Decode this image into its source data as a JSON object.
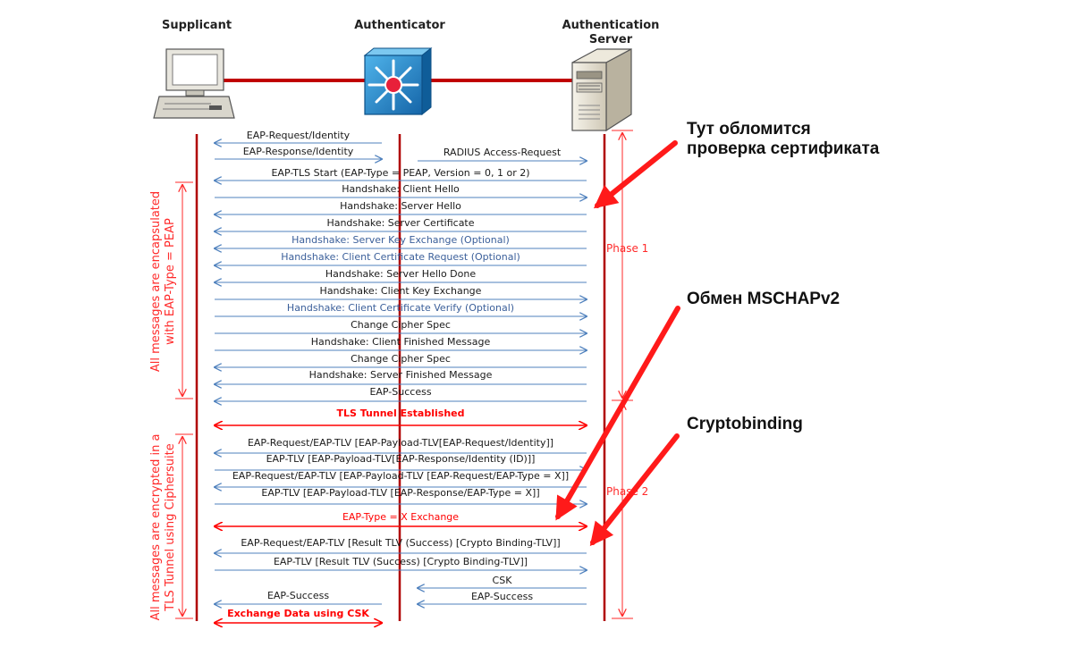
{
  "headers": {
    "supplicant": "Supplicant",
    "authenticator": "Authenticator",
    "server_line1": "Authentication",
    "server_line2": "Server"
  },
  "colors": {
    "lifeline": "#b00000",
    "arrow": "#4f81bd",
    "text": "#1a1a1a",
    "optional": "#3b5f9a",
    "highlight": "#ff0000",
    "bracket": "#ff2a2a",
    "callout": "#ff1a1a"
  },
  "messages": [
    {
      "text": "EAP-Request/Identity",
      "from": "auth",
      "to": "sup",
      "style": "normal"
    },
    {
      "text": "EAP-Response/Identity",
      "from": "sup",
      "to": "auth",
      "style": "normal"
    },
    {
      "text": "RADIUS Access-Request",
      "from": "auth",
      "to": "srv",
      "style": "normal"
    },
    {
      "text": "EAP-TLS Start (EAP-Type = PEAP, Version = 0, 1 or 2)",
      "from": "srv",
      "to": "sup",
      "style": "normal"
    },
    {
      "text": "Handshake: Client Hello",
      "from": "sup",
      "to": "srv",
      "style": "normal"
    },
    {
      "text": "Handshake: Server Hello",
      "from": "srv",
      "to": "sup",
      "style": "normal"
    },
    {
      "text": "Handshake: Server Certificate",
      "from": "srv",
      "to": "sup",
      "style": "normal"
    },
    {
      "text": "Handshake: Server Key Exchange (Optional)",
      "from": "srv",
      "to": "sup",
      "style": "optional"
    },
    {
      "text": "Handshake: Client Certificate Request (Optional)",
      "from": "srv",
      "to": "sup",
      "style": "optional"
    },
    {
      "text": "Handshake: Server Hello Done",
      "from": "srv",
      "to": "sup",
      "style": "normal"
    },
    {
      "text": "Handshake: Client Key Exchange",
      "from": "sup",
      "to": "srv",
      "style": "normal"
    },
    {
      "text": "Handshake: Client Certificate Verify (Optional)",
      "from": "sup",
      "to": "srv",
      "style": "optional"
    },
    {
      "text": "Change Cipher Spec",
      "from": "sup",
      "to": "srv",
      "style": "normal"
    },
    {
      "text": "Handshake: Client Finished Message",
      "from": "sup",
      "to": "srv",
      "style": "normal"
    },
    {
      "text": "Change Cipher Spec",
      "from": "srv",
      "to": "sup",
      "style": "normal"
    },
    {
      "text": "Handshake: Server Finished Message",
      "from": "srv",
      "to": "sup",
      "style": "normal"
    },
    {
      "text": "EAP-Success",
      "from": "srv",
      "to": "sup",
      "style": "normal"
    },
    {
      "text": "TLS Tunnel Established",
      "from": "sup",
      "to": "srv",
      "style": "tunnel"
    },
    {
      "text": "EAP-Request/EAP-TLV [EAP-Payload-TLV[EAP-Request/Identity]]",
      "from": "srv",
      "to": "sup",
      "style": "normal"
    },
    {
      "text": "EAP-TLV [EAP-Payload-TLV[EAP-Response/Identity (ID)]]",
      "from": "sup",
      "to": "srv",
      "style": "normal"
    },
    {
      "text": "EAP-Request/EAP-TLV [EAP-Payload-TLV [EAP-Request/EAP-Type = X]]",
      "from": "srv",
      "to": "sup",
      "style": "normal"
    },
    {
      "text": "EAP-TLV [EAP-Payload-TLV [EAP-Response/EAP-Type = X]]",
      "from": "sup",
      "to": "srv",
      "style": "normal"
    },
    {
      "text": "EAP-Type = X Exchange",
      "from": "sup",
      "to": "srv",
      "style": "exchange"
    },
    {
      "text": "EAP-Request/EAP-TLV [Result TLV (Success) [Crypto Binding-TLV]]",
      "from": "srv",
      "to": "sup",
      "style": "normal"
    },
    {
      "text": "EAP-TLV [Result TLV (Success) [Crypto Binding-TLV]]",
      "from": "sup",
      "to": "srv",
      "style": "normal"
    },
    {
      "text": "CSK",
      "from": "srv",
      "to": "auth",
      "style": "normal"
    },
    {
      "text": "EAP-Success",
      "from": "srv",
      "to": "auth",
      "style": "normal"
    },
    {
      "text": "EAP-Success",
      "from": "auth",
      "to": "sup",
      "style": "normal"
    },
    {
      "text": "Exchange Data using CSK",
      "from": "sup",
      "to": "auth",
      "style": "csk"
    }
  ],
  "side_labels": {
    "peap_line1": "All messages are encapsulated",
    "peap_line2": "with EAP-Type = PEAP",
    "tunnel_line1": "All messages are encrypted in a",
    "tunnel_line2": "TLS Tunnel using Ciphersuite"
  },
  "phases": {
    "phase1": "Phase 1",
    "phase2": "Phase 2"
  },
  "annotations": {
    "cert_line1": "Тут обломится",
    "cert_line2": "проверка сертификата",
    "mschap": "Обмен MSCHAPv2",
    "crypto": "Cryptobinding"
  },
  "icons": {
    "supplicant": "desktop-computer-icon",
    "authenticator": "network-switch-icon",
    "server": "tower-server-icon"
  }
}
